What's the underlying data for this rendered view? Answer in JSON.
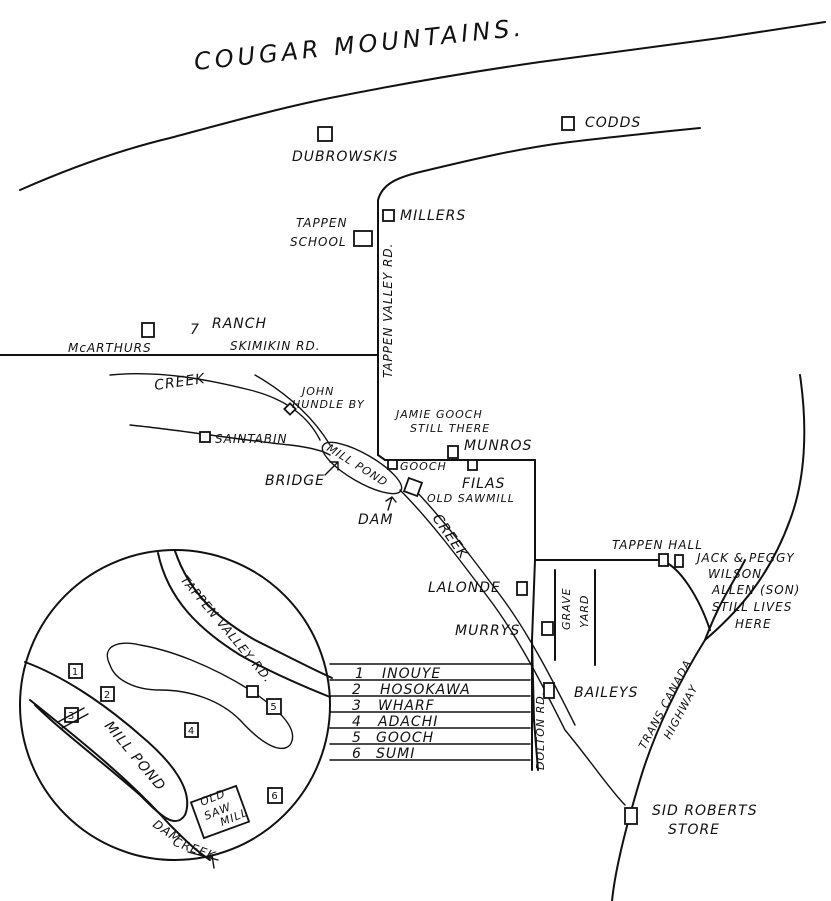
{
  "mountains": "COUGAR MOUNTAINS.",
  "homesteads": {
    "dubrowskis": "DUBROWSKIS",
    "codds": "CODDS",
    "millers": "MILLERS",
    "tappen_school": [
      "TAPPEN",
      "SCHOOL"
    ],
    "ranch": "RANCH",
    "ranch_brand": "7",
    "mcarthurs": "McARTHURS",
    "saintabin": "SAINTABIN",
    "john_hundle": [
      "JOHN",
      "HUNDLE BY"
    ],
    "jamie_gooch": [
      "JAMIE GOOCH",
      "STILL THERE"
    ],
    "munros": "MUNROS",
    "gooch": "GOOCH",
    "filas": "FILAS",
    "old_sawmill": "OLD SAWMILL",
    "lalonde": "LALONDE",
    "murrys": "MURRYS",
    "baileys": "BAILEYS",
    "tappen_hall": "TAPPEN HALL",
    "jack_peggy": [
      "JACK & PEGGY",
      "WILSON",
      "ALLEN (SON)",
      "STILL LIVES",
      "HERE"
    ],
    "sid_roberts": [
      "SID ROBERTS",
      "STORE"
    ]
  },
  "roads": {
    "tappen_valley": "TAPPEN VALLEY RD.",
    "skimikin": "SKIMIKIN RD.",
    "dolton": "DOLTON RD.",
    "trans_canada": [
      "TRANS CANADA",
      "HIGHWAY"
    ]
  },
  "water": {
    "creek_upper": "CREEK",
    "creek_main": "CREEK",
    "mill_pond": "MILL POND",
    "bridge": "BRIDGE",
    "dam": "DAM",
    "grave_yard": [
      "GRAVE",
      "YARD"
    ]
  },
  "inset": {
    "road": "TAPPEN VALLEY RD.",
    "mill_pond": "MILL POND",
    "old_saw_mill": [
      "OLD",
      "SAW",
      "MILL"
    ],
    "dam": "DAM",
    "creek": "CREEK",
    "legend": [
      {
        "num": "1",
        "name": "INOUYE"
      },
      {
        "num": "2",
        "name": "HOSOKAWA"
      },
      {
        "num": "3",
        "name": "WHARF"
      },
      {
        "num": "4",
        "name": "ADACHI"
      },
      {
        "num": "5",
        "name": "GOOCH"
      },
      {
        "num": "6",
        "name": "SUMI"
      }
    ],
    "markers": [
      "1",
      "2",
      "3",
      "4",
      "5",
      "6"
    ]
  }
}
